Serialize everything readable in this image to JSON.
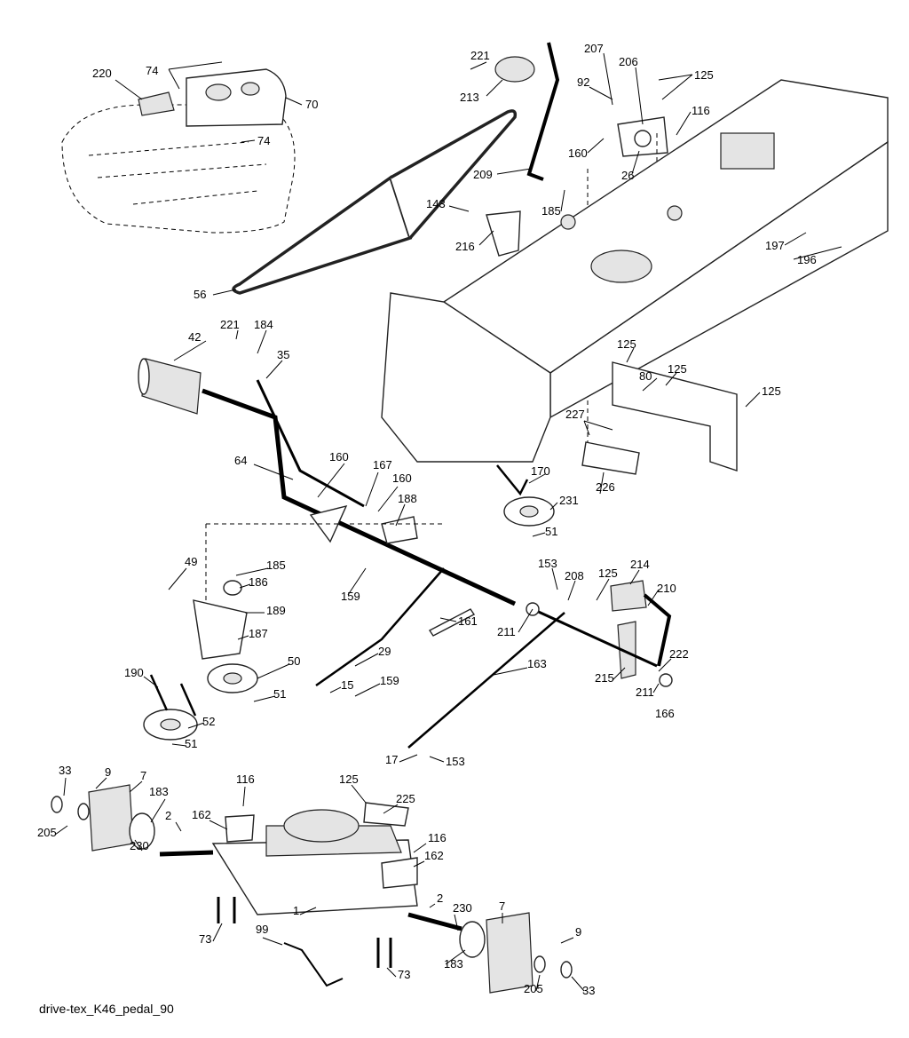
{
  "caption": "drive-tex_K46_pedal_90",
  "callouts": [
    {
      "id": "c220",
      "text": "220"
    },
    {
      "id": "c74a",
      "text": "74"
    },
    {
      "id": "c70",
      "text": "70"
    },
    {
      "id": "c74b",
      "text": "74"
    },
    {
      "id": "c221a",
      "text": "221"
    },
    {
      "id": "c213",
      "text": "213"
    },
    {
      "id": "c207",
      "text": "207"
    },
    {
      "id": "c206",
      "text": "206"
    },
    {
      "id": "c125a",
      "text": "125"
    },
    {
      "id": "c92",
      "text": "92"
    },
    {
      "id": "c116a",
      "text": "116"
    },
    {
      "id": "c160a",
      "text": "160"
    },
    {
      "id": "c26",
      "text": "26"
    },
    {
      "id": "c209",
      "text": "209"
    },
    {
      "id": "c185a",
      "text": "185"
    },
    {
      "id": "c143",
      "text": "143"
    },
    {
      "id": "c216",
      "text": "216"
    },
    {
      "id": "c197",
      "text": "197"
    },
    {
      "id": "c196",
      "text": "196"
    },
    {
      "id": "c56",
      "text": "56"
    },
    {
      "id": "c221b",
      "text": "221"
    },
    {
      "id": "c184",
      "text": "184"
    },
    {
      "id": "c42",
      "text": "42"
    },
    {
      "id": "c35",
      "text": "35"
    },
    {
      "id": "c125b",
      "text": "125"
    },
    {
      "id": "c125c",
      "text": "125"
    },
    {
      "id": "c80",
      "text": "80"
    },
    {
      "id": "c125d",
      "text": "125"
    },
    {
      "id": "c227",
      "text": "227"
    },
    {
      "id": "c64",
      "text": "64"
    },
    {
      "id": "c160b",
      "text": "160"
    },
    {
      "id": "c167",
      "text": "167"
    },
    {
      "id": "c160c",
      "text": "160"
    },
    {
      "id": "c188",
      "text": "188"
    },
    {
      "id": "c170",
      "text": "170"
    },
    {
      "id": "c226",
      "text": "226"
    },
    {
      "id": "c231",
      "text": "231"
    },
    {
      "id": "c51a",
      "text": "51"
    },
    {
      "id": "c49",
      "text": "49"
    },
    {
      "id": "c185b",
      "text": "185"
    },
    {
      "id": "c186",
      "text": "186"
    },
    {
      "id": "c159a",
      "text": "159"
    },
    {
      "id": "c153a",
      "text": "153"
    },
    {
      "id": "c208",
      "text": "208"
    },
    {
      "id": "c125e",
      "text": "125"
    },
    {
      "id": "c214",
      "text": "214"
    },
    {
      "id": "c210",
      "text": "210"
    },
    {
      "id": "c189",
      "text": "189"
    },
    {
      "id": "c161",
      "text": "161"
    },
    {
      "id": "c211a",
      "text": "211"
    },
    {
      "id": "c187",
      "text": "187"
    },
    {
      "id": "c50",
      "text": "50"
    },
    {
      "id": "c29",
      "text": "29"
    },
    {
      "id": "c163",
      "text": "163"
    },
    {
      "id": "c222",
      "text": "222"
    },
    {
      "id": "c190",
      "text": "190"
    },
    {
      "id": "c15",
      "text": "15"
    },
    {
      "id": "c159b",
      "text": "159"
    },
    {
      "id": "c215",
      "text": "215"
    },
    {
      "id": "c211b",
      "text": "211"
    },
    {
      "id": "c51b",
      "text": "51"
    },
    {
      "id": "c52",
      "text": "52"
    },
    {
      "id": "c166",
      "text": "166"
    },
    {
      "id": "c51c",
      "text": "51"
    },
    {
      "id": "c17",
      "text": "17"
    },
    {
      "id": "c153b",
      "text": "153"
    },
    {
      "id": "c33a",
      "text": "33"
    },
    {
      "id": "c9a",
      "text": "9"
    },
    {
      "id": "c7a",
      "text": "7"
    },
    {
      "id": "c116b",
      "text": "116"
    },
    {
      "id": "c125f",
      "text": "125"
    },
    {
      "id": "c183a",
      "text": "183"
    },
    {
      "id": "c225",
      "text": "225"
    },
    {
      "id": "c162a",
      "text": "162"
    },
    {
      "id": "c2a",
      "text": "2"
    },
    {
      "id": "c205a",
      "text": "205"
    },
    {
      "id": "c116c",
      "text": "116"
    },
    {
      "id": "c230a",
      "text": "230"
    },
    {
      "id": "c162b",
      "text": "162"
    },
    {
      "id": "c2b",
      "text": "2"
    },
    {
      "id": "c1",
      "text": "1"
    },
    {
      "id": "c230b",
      "text": "230"
    },
    {
      "id": "c7b",
      "text": "7"
    },
    {
      "id": "c99",
      "text": "99"
    },
    {
      "id": "c9b",
      "text": "9"
    },
    {
      "id": "c73a",
      "text": "73"
    },
    {
      "id": "c183b",
      "text": "183"
    },
    {
      "id": "c73b",
      "text": "73"
    },
    {
      "id": "c205b",
      "text": "205"
    },
    {
      "id": "c33b",
      "text": "33"
    }
  ]
}
